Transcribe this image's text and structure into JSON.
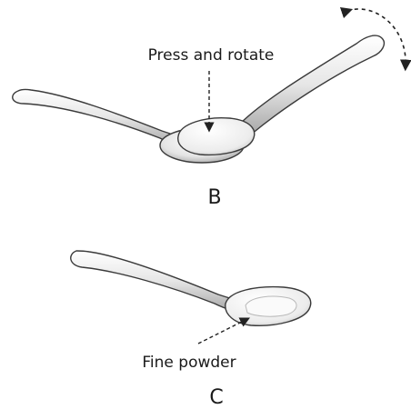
{
  "panel_b": {
    "callout": "Press and rotate",
    "letter": "B"
  },
  "panel_c": {
    "callout": "Fine powder",
    "letter": "C"
  },
  "colors": {
    "outline": "#3a3a3a",
    "spoon_light": "#f4f4f4",
    "spoon_shade": "#bfbfbf",
    "text": "#1a1a1a"
  }
}
